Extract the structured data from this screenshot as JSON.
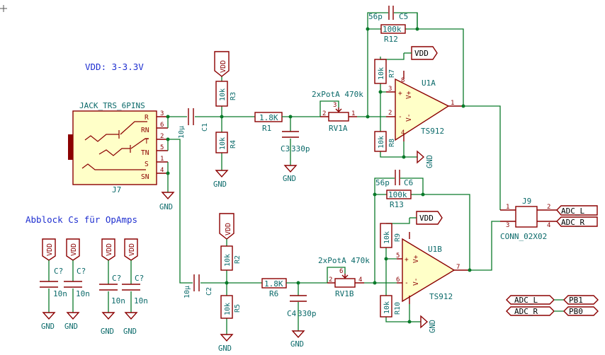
{
  "notes": {
    "supply": "VDD: 3-3.3V",
    "decoupling": "Abblock Cs für OpAmps"
  },
  "power": {
    "vdd": "VDD",
    "gnd": "GND"
  },
  "jack": {
    "name": "JACK_TRS_6PINS",
    "ref": "J7",
    "pins": [
      {
        "num": "3",
        "name": "R"
      },
      {
        "num": "6",
        "name": "RN"
      },
      {
        "num": "2",
        "name": "T"
      },
      {
        "num": "5",
        "name": "TN"
      },
      {
        "num": "1",
        "name": "S"
      },
      {
        "num": "4",
        "name": "SN"
      }
    ]
  },
  "caps": {
    "c1": {
      "ref": "C1",
      "value": "10µ"
    },
    "c2": {
      "ref": "C2",
      "value": "10µ"
    },
    "c3": {
      "ref": "C3",
      "value": "330p"
    },
    "c4": {
      "ref": "C4",
      "value": "330p"
    },
    "c5": {
      "ref": "C5",
      "value": "56p"
    },
    "c6": {
      "ref": "C6",
      "value": "56p"
    },
    "cdec": {
      "ref": "C?",
      "value": "10n"
    }
  },
  "resistors": {
    "r1": {
      "ref": "R1",
      "value": "1.8K"
    },
    "r6": {
      "ref": "R6",
      "value": "1.8K"
    },
    "r2": {
      "ref": "R2",
      "value": "10k"
    },
    "r3": {
      "ref": "R3",
      "value": "10k"
    },
    "r4": {
      "ref": "R4",
      "value": "10k"
    },
    "r5": {
      "ref": "R5",
      "value": "10k"
    },
    "r7": {
      "ref": "R7",
      "value": "10k"
    },
    "r8": {
      "ref": "R8",
      "value": "10k"
    },
    "r9": {
      "ref": "R9",
      "value": "10k"
    },
    "r10": {
      "ref": "R10",
      "value": "10k"
    },
    "r12": {
      "ref": "R12",
      "value": "100k"
    },
    "r13": {
      "ref": "R13",
      "value": "100k"
    }
  },
  "pots": {
    "rv1a": {
      "ref": "RV1A",
      "value": "2xPotA 470k"
    },
    "rv1b": {
      "ref": "RV1B",
      "value": "2xPotA 470k"
    }
  },
  "opamps": {
    "u1a": {
      "ref": "U1A",
      "part": "TS912"
    },
    "u1b": {
      "ref": "U1B",
      "part": "TS912"
    }
  },
  "connector": {
    "ref": "J9",
    "part": "CONN_02X02"
  },
  "labels": {
    "adc_l": "ADC_L",
    "adc_r": "ADC_R",
    "pb1": "PB1",
    "pb0": "PB0"
  },
  "pin_numbers": {
    "one": "1",
    "two": "2",
    "three": "3",
    "four": "4",
    "five": "5",
    "six": "6",
    "seven": "7",
    "eight": "8"
  },
  "op_marks": {
    "plus": "+",
    "minus": "-",
    "vplus": "V+",
    "vminus": "V-"
  }
}
